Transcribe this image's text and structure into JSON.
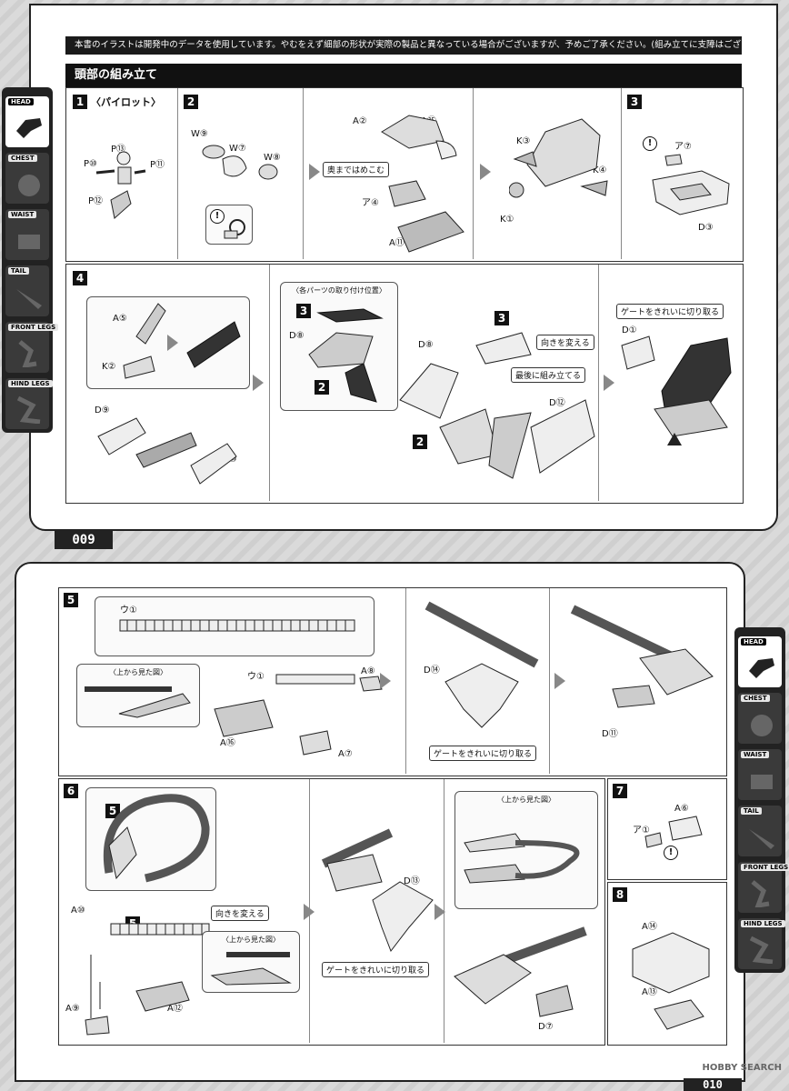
{
  "notice": "本書のイラストは開発中のデータを使用しています。やむをえず細部の形状が実際の製品と異なっている場合がございますが、予めご了承ください。(組み立てに支障はございません。)",
  "section_title": "頭部の組み立て",
  "page_left": "009",
  "page_right": "010",
  "tabs": [
    "HEAD",
    "CHEST",
    "WAIST",
    "TAIL",
    "FRONT LEGS",
    "HIND LEGS"
  ],
  "step1": {
    "num": "1",
    "sub": "〈パイロット〉",
    "parts": [
      "P⑩",
      "P⑬",
      "P⑪",
      "P⑫"
    ]
  },
  "step2": {
    "num": "2",
    "parts": [
      "W⑨",
      "W⑦",
      "W⑧",
      "A②",
      "A⑮",
      "ア④",
      "A⑪",
      "K③",
      "K④",
      "K①"
    ],
    "push": "奥まではめこむ"
  },
  "step3": {
    "num": "3",
    "parts": [
      "ア⑦",
      "D③"
    ]
  },
  "step4": {
    "num": "4",
    "parts": [
      "A⑤",
      "K②",
      "D⑨",
      "D⑩",
      "D⑧",
      "D⑫",
      "D①"
    ],
    "inset_title": "〈各パーツの取り付け位置〉",
    "label_rotate": "向きを変える",
    "label_last": "最後に組み立てる",
    "label_gate": "ゲートをきれいに切り取る",
    "ref3": "3",
    "ref2": "2"
  },
  "step5": {
    "num": "5",
    "parts": [
      "ウ①",
      "ウ①",
      "A⑧",
      "A⑯",
      "A⑦",
      "D⑭",
      "D⑪"
    ],
    "top_view": "〈上から見た図〉",
    "label_gate": "ゲートをきれいに切り取る"
  },
  "step6": {
    "num": "6",
    "parts": [
      "A⑩",
      "A⑨",
      "A⑫",
      "D⑬",
      "D⑦"
    ],
    "label_rotate": "向きを変える",
    "top_view": "〈上から見た図〉",
    "top_view2": "〈上から見た図〉",
    "label_gate": "ゲートをきれいに切り取る",
    "ref5": "5"
  },
  "step7": {
    "num": "7",
    "parts": [
      "ア①",
      "A⑥"
    ]
  },
  "step8": {
    "num": "8",
    "parts": [
      "A⑭",
      "A⑬"
    ]
  },
  "watermark": "HOBBY SEARCH"
}
